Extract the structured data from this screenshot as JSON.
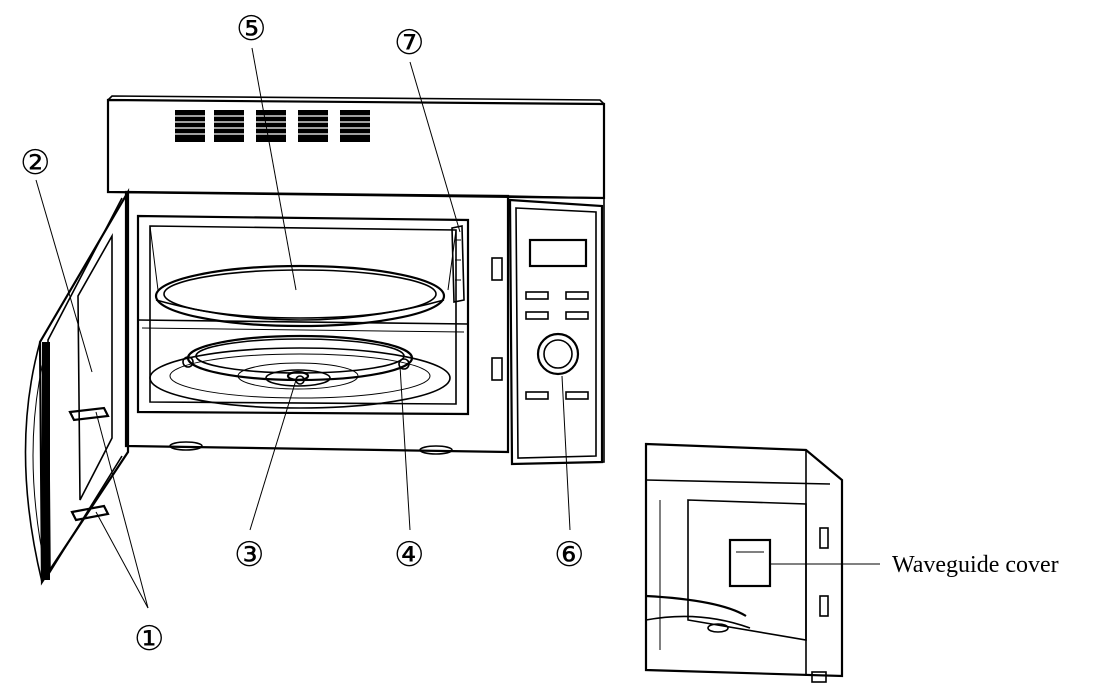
{
  "callouts": [
    {
      "id": "1",
      "label": "①"
    },
    {
      "id": "2",
      "label": "②"
    },
    {
      "id": "3",
      "label": "③"
    },
    {
      "id": "4",
      "label": "④"
    },
    {
      "id": "5",
      "label": "⑤"
    },
    {
      "id": "6",
      "label": "⑥"
    },
    {
      "id": "7",
      "label": "⑦"
    }
  ],
  "inset": {
    "label": "Waveguide cover"
  }
}
